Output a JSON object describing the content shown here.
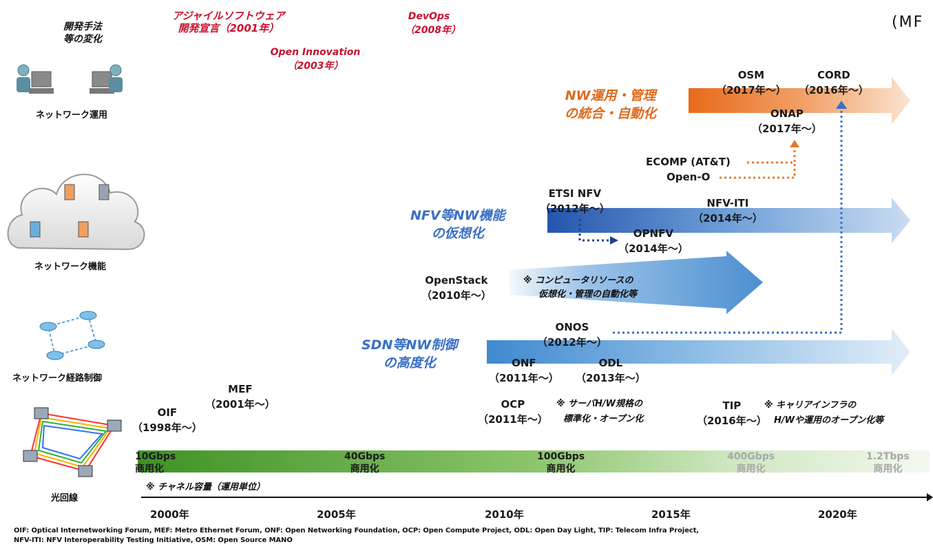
{
  "corner_label": "(MF",
  "header": {
    "method_change": [
      "開発手法",
      "等の変化"
    ],
    "agile": [
      "アジャイルソフトウェア",
      "開発宣言（2001年）"
    ],
    "open_innovation": [
      "Open Innovation",
      "（2003年）"
    ],
    "devops": [
      "DevOps",
      "（2008年）"
    ]
  },
  "layers": {
    "ops": "ネットワーク運用",
    "functions": "ネットワーク機能",
    "routing": "ネットワーク経路制御",
    "optical": "光回線"
  },
  "categories": {
    "ops_auto": [
      "NW運用・管理",
      "の統合・自動化"
    ],
    "nfv": [
      "NFV等NW機能",
      "の仮想化"
    ],
    "sdn": [
      "SDN等NW制御",
      "の高度化"
    ]
  },
  "items": {
    "osm": [
      "OSM",
      "（2017年～）"
    ],
    "cord": [
      "CORD",
      "（2016年～）"
    ],
    "onap": [
      "ONAP",
      "（2017年～）"
    ],
    "ecomp": "ECOMP (AT&T)",
    "openo": "Open-O",
    "etsi": [
      "ETSI NFV",
      "（2012年～）"
    ],
    "nfviti": [
      "NFV-ITI",
      "（2014年～）"
    ],
    "opnfv": [
      "OPNFV",
      "（2014年～）"
    ],
    "openstack": [
      "OpenStack",
      "（2010年～）"
    ],
    "openstack_note": [
      "※ コンピュータリソースの",
      "仮想化・管理の自動化等"
    ],
    "onos": [
      "ONOS",
      "（2012年～）"
    ],
    "onf": [
      "ONF",
      "（2011年～）"
    ],
    "odl": [
      "ODL",
      "（2013年～）"
    ],
    "mef": [
      "MEF",
      "（2001年～）"
    ],
    "oif": [
      "OIF",
      "（1998年～）"
    ],
    "ocp": [
      "OCP",
      "（2011年～）"
    ],
    "ocp_note": [
      "※ サーバH/W規格の",
      "標準化・オープン化"
    ],
    "tip": [
      "TIP",
      "（2016年～）"
    ],
    "tip_note": [
      "※ キャリアインフラの",
      "H/Wや運用のオープン化等"
    ]
  },
  "capacity": [
    {
      "rate": "10Gbps",
      "label": "商用化"
    },
    {
      "rate": "40Gbps",
      "label": "商用化"
    },
    {
      "rate": "100Gbps",
      "label": "商用化"
    },
    {
      "rate": "400Gbps",
      "label": "商用化"
    },
    {
      "rate": "1.2Tbps",
      "label": "商用化"
    }
  ],
  "capacity_note": "※ チャネル容量（運用単位）",
  "years": [
    "2000年",
    "2005年",
    "2010年",
    "2015年",
    "2020年"
  ],
  "footnote": [
    "OIF: Optical Internetworking Forum, MEF: Metro Ethernet Forum, ONF: Open Networking Foundation, OCP: Open Compute Project, ODL: Open Day Light, TIP: Telecom Infra Project,",
    "NFV-ITI: NFV Interoperability Testing Initiative, OSM: Open Source MANO"
  ],
  "colors": {
    "orange": "#e8782a",
    "blue_dark": "#2f5fb5",
    "blue_light": "#6aa8dc",
    "green": "#4c9a2a",
    "red_text": "#c8102e"
  }
}
